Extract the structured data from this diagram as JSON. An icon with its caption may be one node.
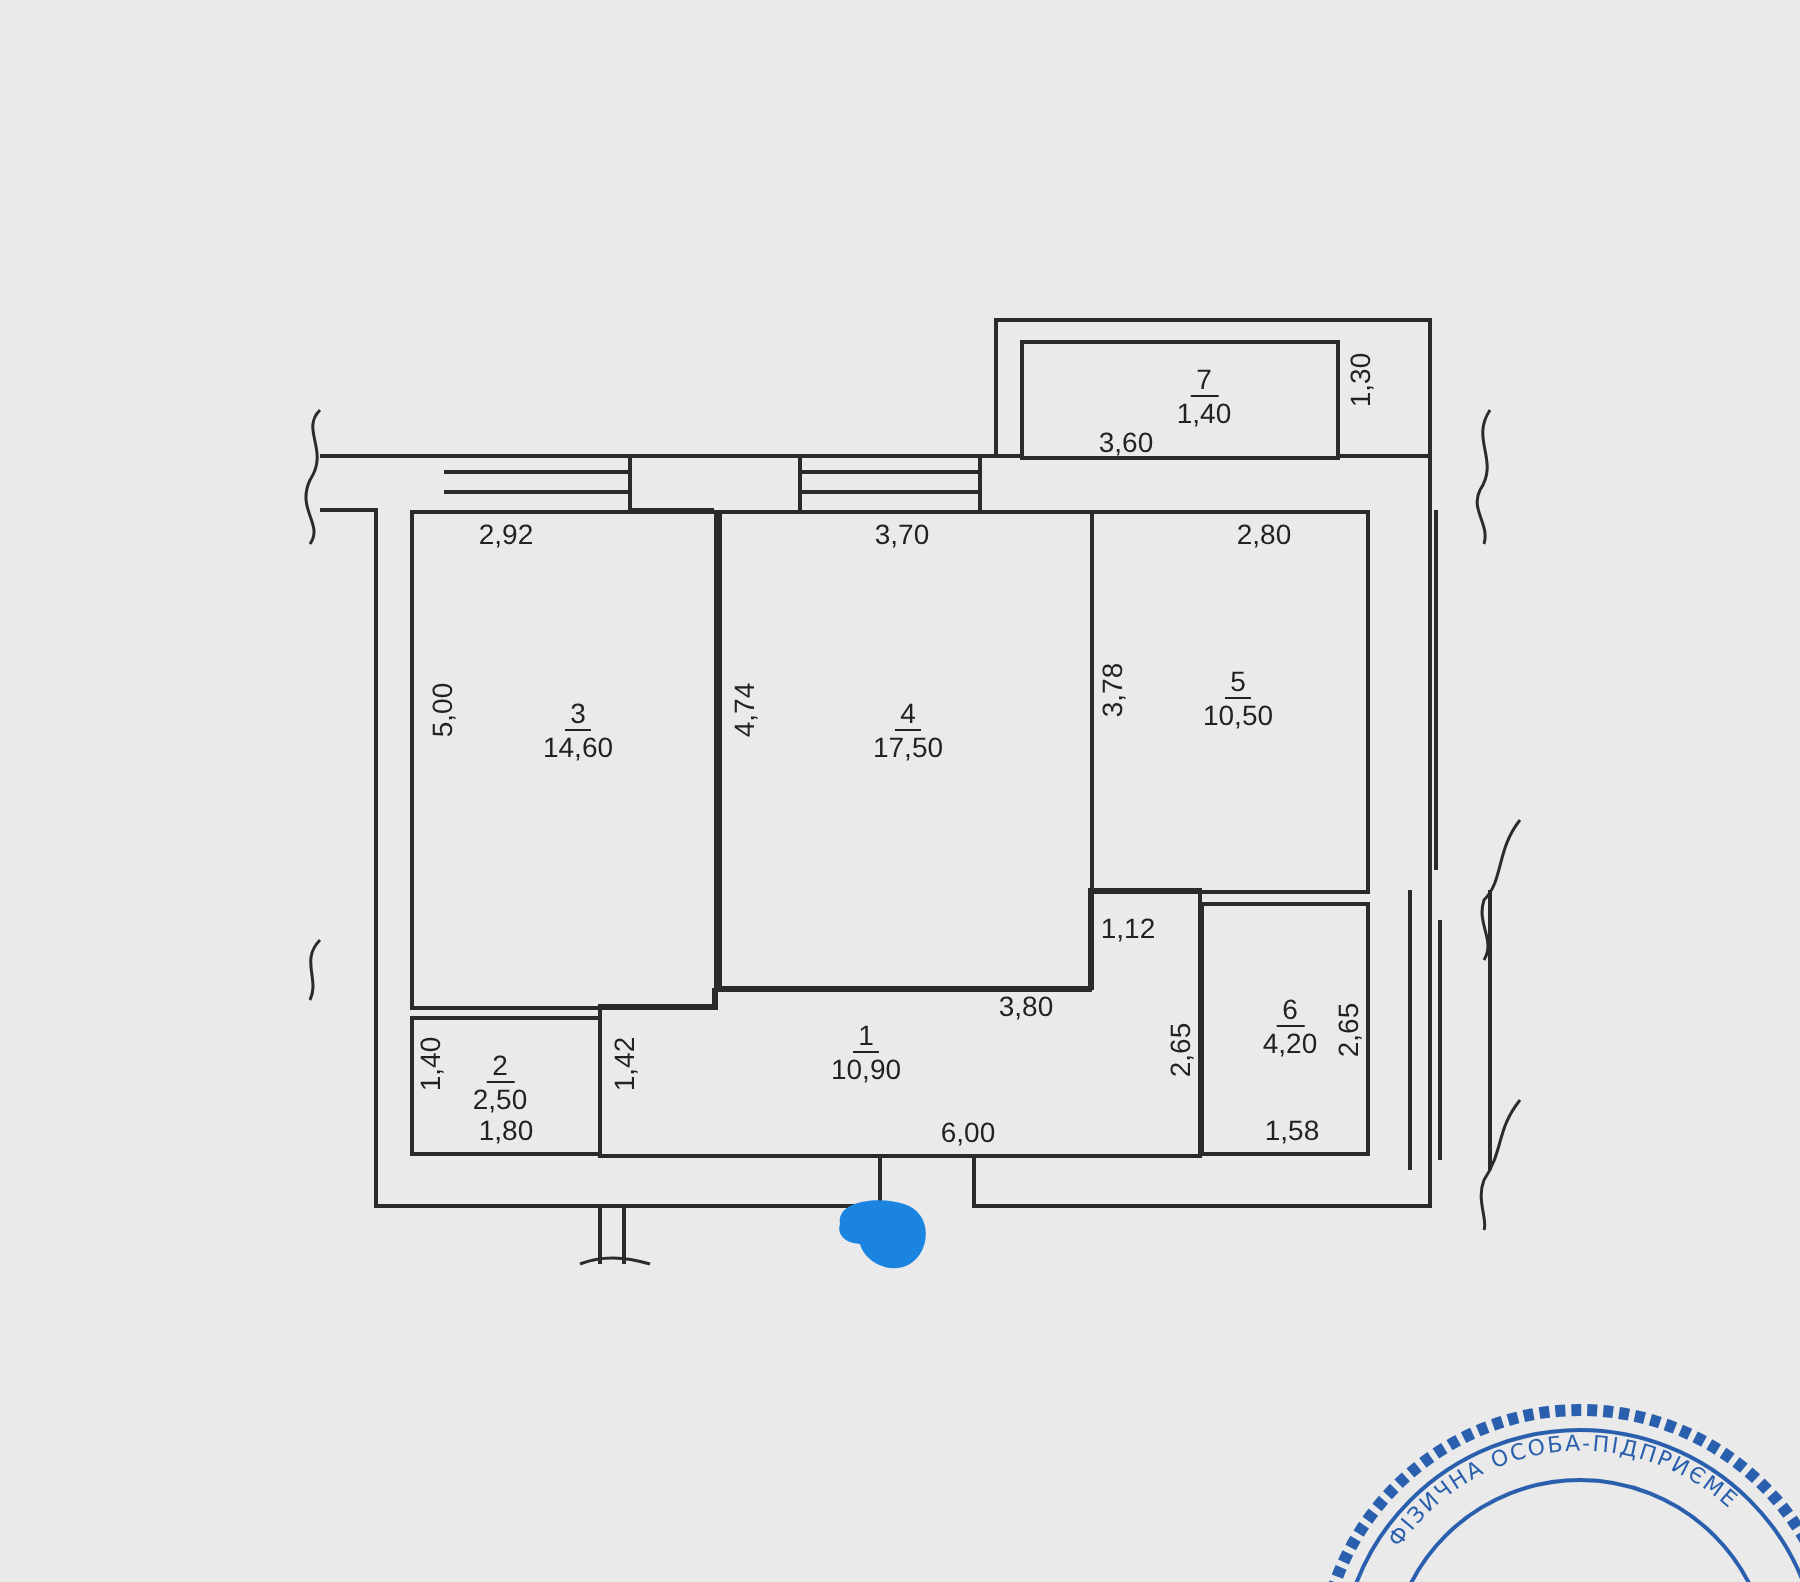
{
  "diagram": {
    "nodes": [
      {
        "text": [
          "7",
          "1,40"
        ]
      },
      {
        "text": [
          "3",
          "14,60"
        ]
      },
      {
        "text": [
          "4",
          "17,50"
        ]
      },
      {
        "text": [
          "5",
          "10,50"
        ]
      },
      {
        "text": [
          "6",
          "4,20"
        ]
      },
      {
        "text": [
          "2",
          "2,50"
        ]
      },
      {
        "text": [
          "1",
          "10,90"
        ]
      }
    ],
    "edges": [],
    "labels": [
      "1,30",
      "3,60",
      "2,92",
      "3,70",
      "2,80",
      "5,00",
      "4,74",
      "3,78",
      "1,12",
      "3,80",
      "1,40",
      "1,42",
      "2,65",
      "2,65",
      "1,80",
      "6,00",
      "1,58",
      "ФІЗИЧНА ОСОБА-ПІДПРИЄМЕ"
    ]
  }
}
